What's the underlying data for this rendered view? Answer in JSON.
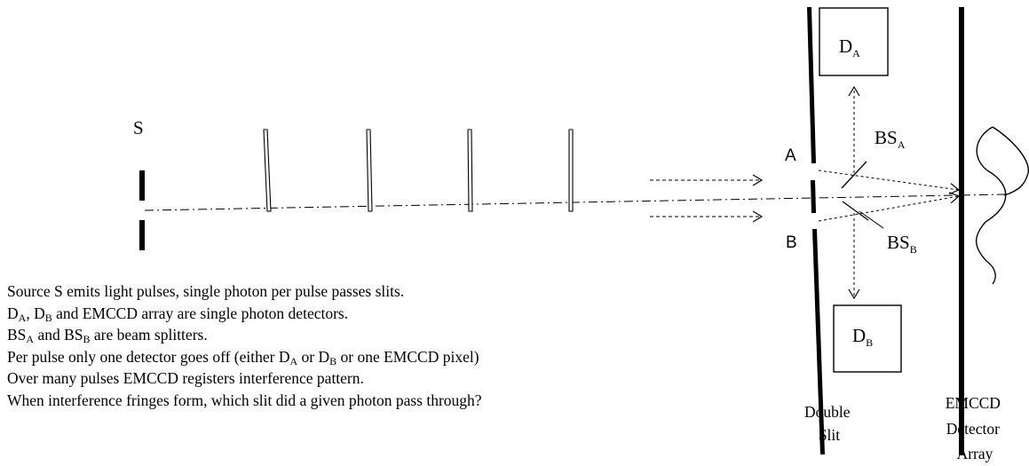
{
  "labels": {
    "source": "S",
    "slit_a": "A",
    "slit_b": "B",
    "detector_a": {
      "main": "D",
      "sub": "A"
    },
    "detector_b": {
      "main": "D",
      "sub": "B"
    },
    "splitter_a": {
      "main": "BS",
      "sub": "A"
    },
    "splitter_b": {
      "main": "BS",
      "sub": "B"
    },
    "double_slit": [
      "Double",
      "Slit"
    ],
    "emccd": [
      "EMCCD",
      "Detector",
      "Array"
    ]
  },
  "notes": [
    [
      "Source S emits light pulses, single photon per pulse passes slits."
    ],
    [
      "D",
      {
        "sub": "A"
      },
      ", D",
      {
        "sub": "B"
      },
      " and EMCCD array are single photon detectors."
    ],
    [
      "BS",
      {
        "sub": "A"
      },
      " and BS",
      {
        "sub": "B"
      },
      " are beam splitters."
    ],
    [
      "Per pulse only one detector goes off (either D",
      {
        "sub": "A"
      },
      " or D",
      {
        "sub": "B"
      },
      " or one EMCCD pixel)"
    ],
    [
      "Over many pulses EMCCD registers interference pattern."
    ],
    [
      "When interference fringes form, which slit did a given photon pass through?"
    ]
  ]
}
